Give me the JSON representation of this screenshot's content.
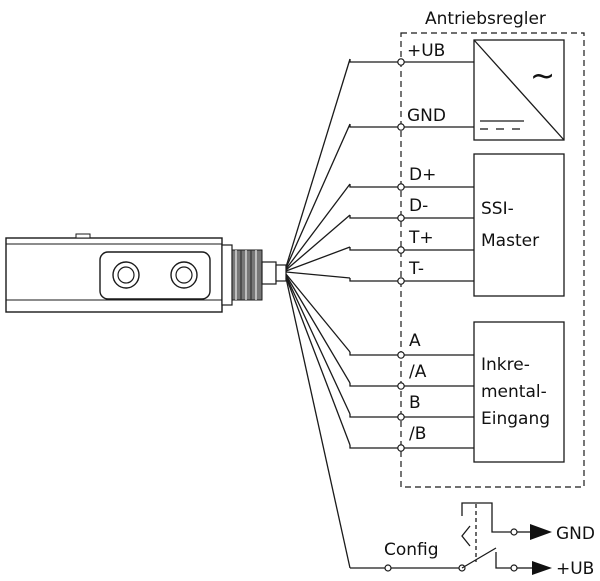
{
  "controller": {
    "title": "Antriebsregler"
  },
  "power": {
    "plus_label": "+UB",
    "gnd_label": "GND",
    "ac_symbol": "~"
  },
  "ssi": {
    "signals": [
      "D+",
      "D-",
      "T+",
      "T-"
    ],
    "box_line1": "SSI-",
    "box_line2": "Master"
  },
  "incremental": {
    "signals": [
      "A",
      "/A",
      "B",
      "/B"
    ],
    "box_line1": "Inkre-",
    "box_line2": "mental-",
    "box_line3": "Eingang"
  },
  "config": {
    "label": "Config",
    "gnd_label": "GND",
    "ub_label": "+UB"
  },
  "icons": {
    "sensor": "sensor-housing-icon",
    "converter": "ac-dc-converter-icon",
    "switch": "changeover-switch-icon"
  }
}
